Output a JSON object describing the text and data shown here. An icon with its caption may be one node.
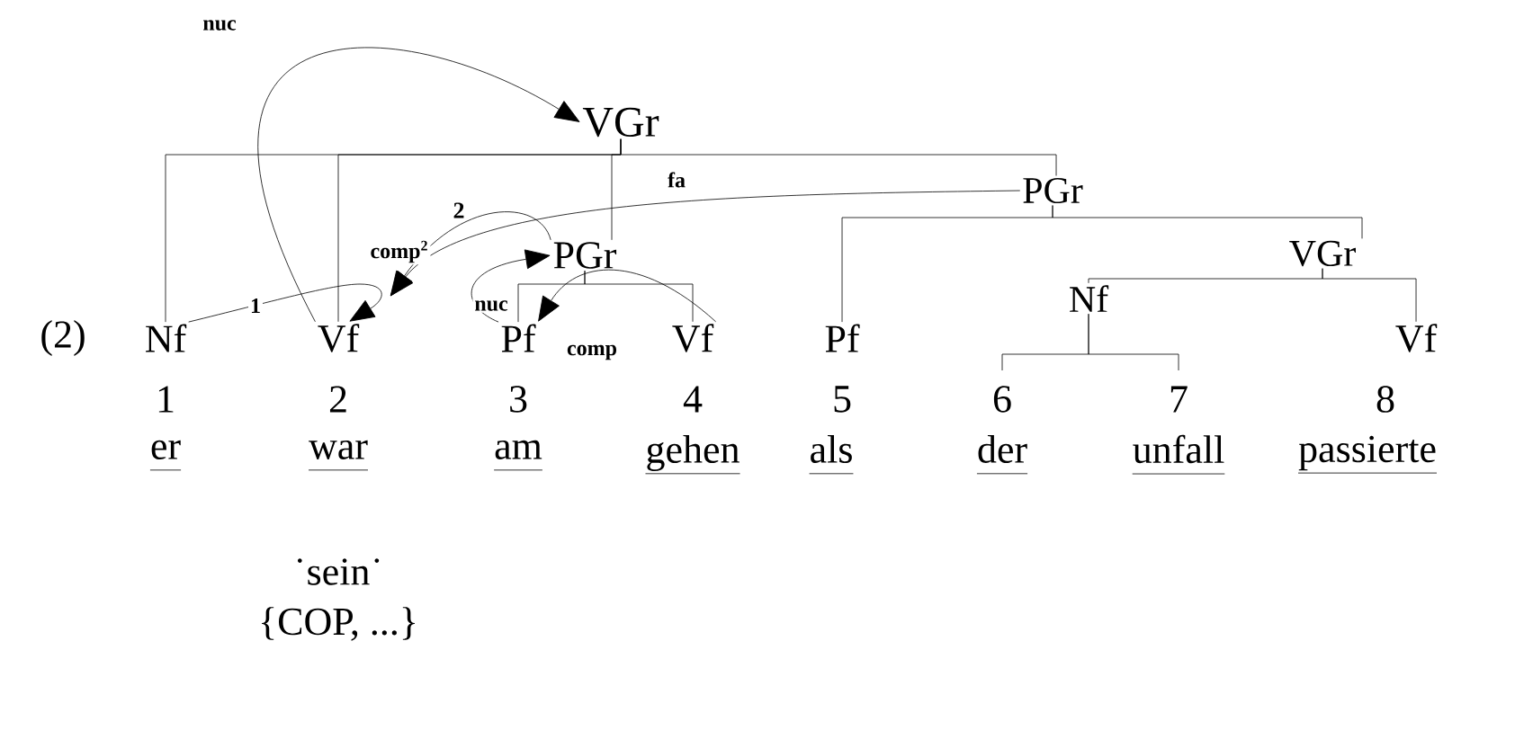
{
  "diagram": {
    "nodes": [
      {
        "text": [
          "VGr"
        ]
      },
      {
        "text": [
          "PGr"
        ]
      },
      {
        "text": [
          "PGr"
        ]
      },
      {
        "text": [
          "VGr"
        ]
      },
      {
        "text": [
          "Nf"
        ]
      },
      {
        "text": [
          "Nf"
        ]
      },
      {
        "text": [
          "Vf"
        ]
      },
      {
        "text": [
          "Pf"
        ]
      },
      {
        "text": [
          "Vf"
        ]
      },
      {
        "text": [
          "Pf"
        ]
      },
      {
        "text": [
          "Vf"
        ]
      }
    ],
    "edges": [
      {
        "from": 0,
        "to": 5,
        "arrow": "none"
      },
      {
        "from": 0,
        "to": 6,
        "arrow": "none"
      },
      {
        "from": 0,
        "to": 2,
        "arrow": "none"
      },
      {
        "from": 0,
        "to": 1,
        "arrow": "none"
      },
      {
        "from": 1,
        "to": 9,
        "arrow": "none"
      },
      {
        "from": 1,
        "to": 3,
        "arrow": "none"
      },
      {
        "from": 3,
        "to": 4,
        "arrow": "none"
      },
      {
        "from": 3,
        "to": 10,
        "arrow": "none"
      },
      {
        "from": 4,
        "to": null,
        "arrow": "none"
      },
      {
        "from": 4,
        "to": null,
        "arrow": "none"
      },
      {
        "from": 2,
        "to": 7,
        "arrow": "none"
      },
      {
        "from": 2,
        "to": 8,
        "arrow": "none"
      },
      {
        "from": 6,
        "to": 0,
        "arrow": "to",
        "label": "nuc"
      },
      {
        "from": 1,
        "to": 6,
        "arrow": "to",
        "label": "fa"
      },
      {
        "from": 5,
        "to": 6,
        "arrow": "to",
        "label": "1"
      },
      {
        "from": 2,
        "to": 6,
        "arrow": "to",
        "label": "comp$^{2}$"
      },
      {
        "from": 7,
        "to": 2,
        "arrow": "to",
        "label": "nuc"
      },
      {
        "from": 8,
        "to": 7,
        "arrow": "to",
        "label": "comp"
      }
    ],
    "labels": [
      "2",
      "(2)",
      "1",
      "2",
      "3",
      "4",
      "5",
      "6",
      "7",
      "8",
      "er",
      "war",
      "am",
      "gehen",
      "als",
      "der",
      "unfall",
      "passierte",
      "˙sein˙",
      "{COP, ...}"
    ]
  }
}
